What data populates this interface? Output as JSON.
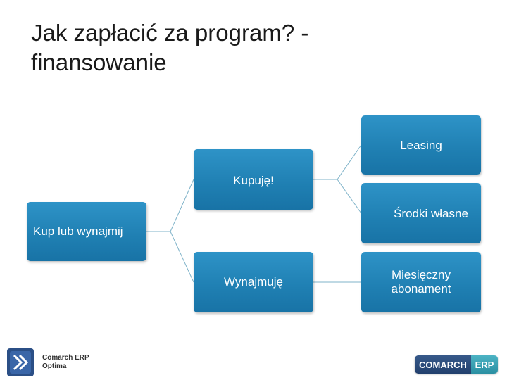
{
  "title": "Jak zapłacić za program? -\nfinansowanie",
  "diagram": {
    "root": "Kup lub wynajmij",
    "branches": [
      {
        "label": "Kupuję!",
        "children": [
          "Leasing",
          "Środki własne"
        ]
      },
      {
        "label": "Wynajmuję",
        "children": [
          "Miesięczny\nabonament"
        ]
      }
    ]
  },
  "logos": {
    "left_line1": "Comarch ERP",
    "left_line2": "Optima",
    "right_part1": "COMARCH",
    "right_part2": "ERP"
  },
  "colors": {
    "node": "#2386bb",
    "connector": "#7fb3c9",
    "title": "#1a1a1a"
  }
}
